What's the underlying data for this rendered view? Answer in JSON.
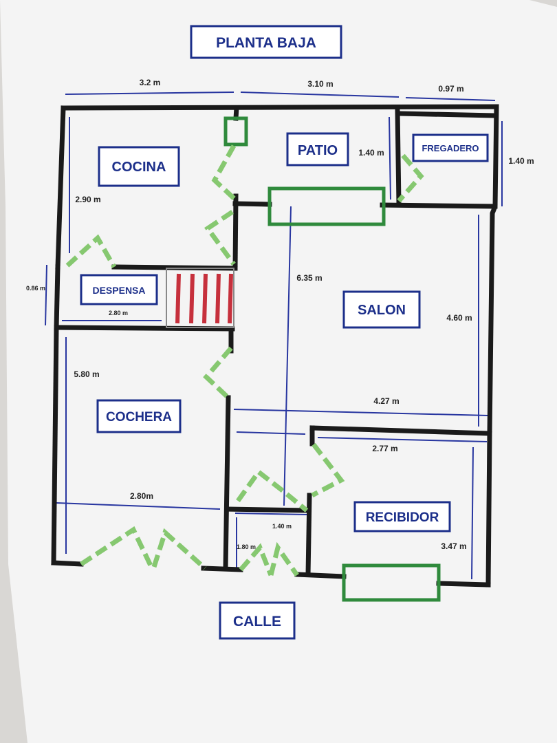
{
  "title": "PLANTA BAJA",
  "street": "CALLE",
  "rooms": {
    "cocina": "COCINA",
    "patio": "PATIO",
    "fregadero": "FREGADERO",
    "despensa": "DESPENSA",
    "salon": "SALON",
    "cochera": "COCHERA",
    "recibidor": "RECIBIDOR"
  },
  "dimensions": {
    "top_left": "3.2 m",
    "top_middle": "3.10 m",
    "top_right": "0.97 m",
    "patio_height": "1.40 m",
    "fregadero_height": "1.40 m",
    "cocina_height": "2.90 m",
    "despensa_height": "0.86 m",
    "despensa_width": "2.80 m",
    "hall_length": "6.35 m",
    "salon_height": "4.60 m",
    "cochera_height": "5.80 m",
    "salon_width": "4.27 m",
    "recibidor_width": "2.77 m",
    "cochera_width": "2.80m",
    "small_room_width": "1.40 m",
    "small_room_height": "1.80 m",
    "recibidor_height": "3.47 m"
  },
  "colors": {
    "label_blue": "#1c2f8a",
    "wall_black": "#1a1a1a",
    "door_green": "#86c870",
    "window_green": "#2f8a3c",
    "stair_red": "#c6303c"
  }
}
